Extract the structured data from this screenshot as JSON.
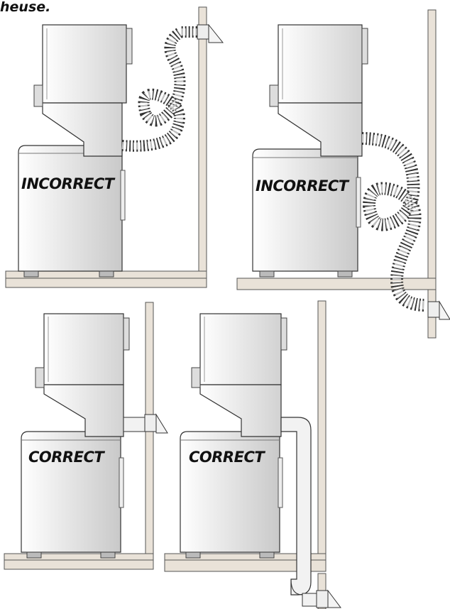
{
  "heading_fragment": "heuse.",
  "panels": [
    {
      "label": "INCORRECT"
    },
    {
      "label": "INCORRECT"
    },
    {
      "label": "CORRECT"
    },
    {
      "label": "CORRECT"
    }
  ]
}
